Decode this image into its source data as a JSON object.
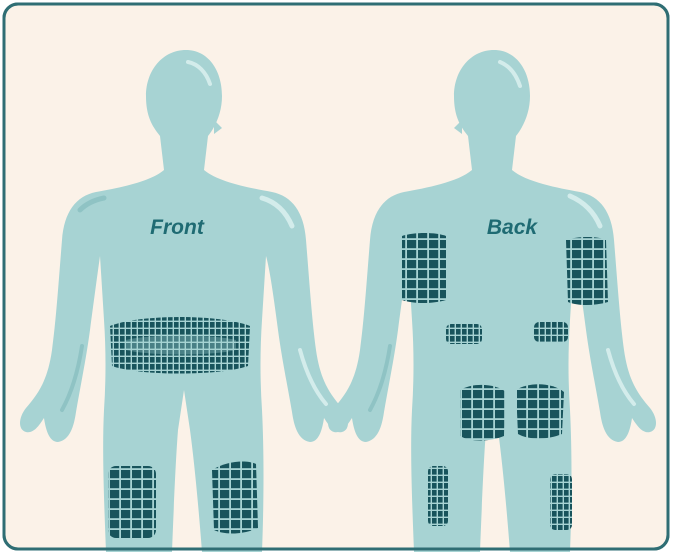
{
  "figure": {
    "front_label": "Front",
    "back_label": "Back"
  },
  "colors": {
    "background": "#fbf2e8",
    "border": "#2f6e74",
    "body": "#a7d3d3",
    "body_shadow": "#8fc3c4",
    "highlight": "#d3eceb",
    "grid_fill": "#18545c",
    "grid_line": "#a7d3d3"
  },
  "injection_sites": {
    "front": [
      "abdomen",
      "left-thigh",
      "right-thigh"
    ],
    "back": [
      "left-upper-arm",
      "right-upper-arm",
      "left-lower-back",
      "right-lower-back",
      "left-buttock",
      "right-buttock",
      "left-back-thigh",
      "right-back-thigh"
    ]
  }
}
